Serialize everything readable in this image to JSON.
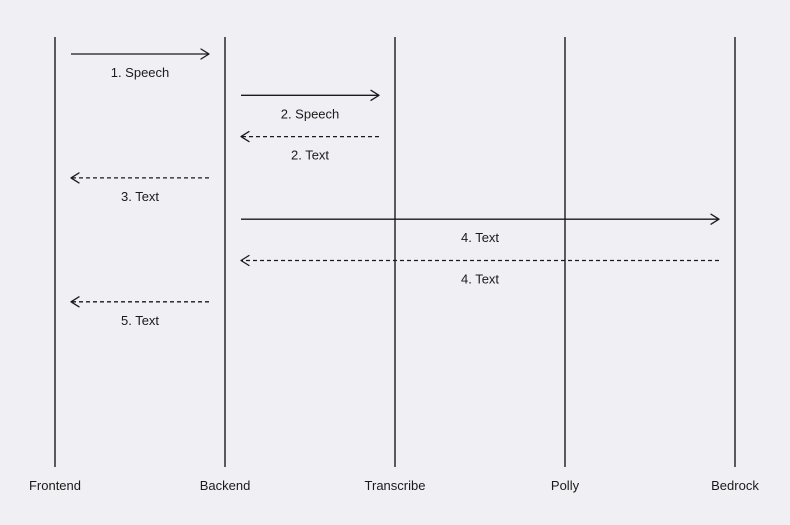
{
  "diagram": {
    "participants": [
      {
        "id": "frontend",
        "label": "Frontend"
      },
      {
        "id": "backend",
        "label": "Backend"
      },
      {
        "id": "transcribe",
        "label": "Transcribe"
      },
      {
        "id": "polly",
        "label": "Polly"
      },
      {
        "id": "bedrock",
        "label": "Bedrock"
      }
    ],
    "messages": [
      {
        "from": "frontend",
        "to": "backend",
        "label": "1. Speech",
        "style": "solid"
      },
      {
        "from": "backend",
        "to": "transcribe",
        "label": "2. Speech",
        "style": "solid"
      },
      {
        "from": "transcribe",
        "to": "backend",
        "label": "2. Text",
        "style": "dashed"
      },
      {
        "from": "backend",
        "to": "frontend",
        "label": "3. Text",
        "style": "dashed"
      },
      {
        "from": "backend",
        "to": "bedrock",
        "label": "4. Text",
        "style": "solid"
      },
      {
        "from": "bedrock",
        "to": "backend",
        "label": "4. Text",
        "style": "dashed"
      },
      {
        "from": "backend",
        "to": "frontend",
        "label": "5. Text",
        "style": "dashed"
      }
    ],
    "colors": {
      "background": "#f0f0f4",
      "line": "#1a1a1a",
      "text": "#1a1a1a"
    }
  }
}
